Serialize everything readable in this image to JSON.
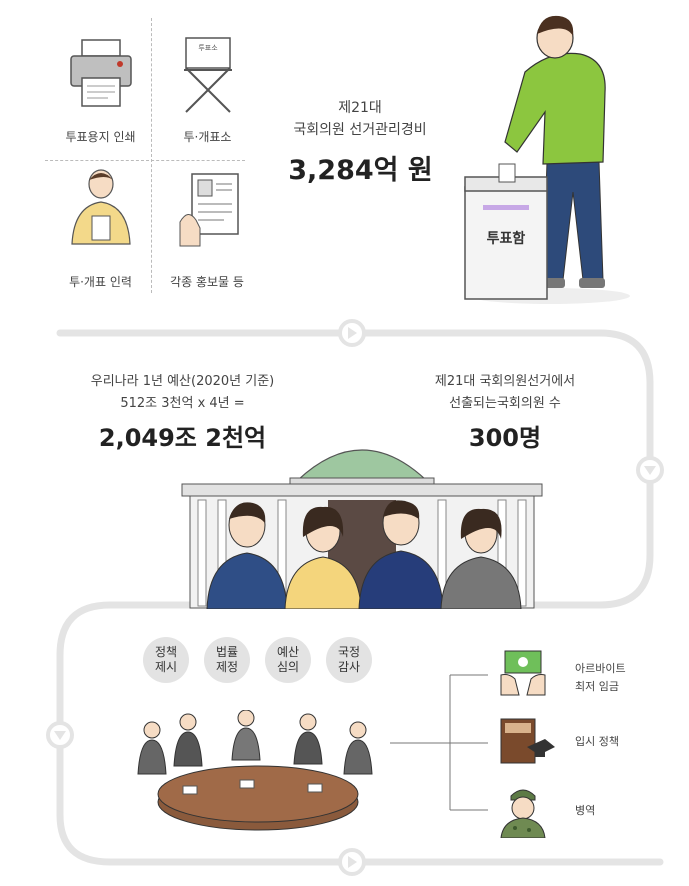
{
  "top": {
    "items": [
      {
        "label": "투표용지 인쇄",
        "icon": "printer-icon"
      },
      {
        "label": "투·개표소",
        "icon": "voting-booth-icon"
      },
      {
        "label": "투·개표 인력",
        "icon": "worker-icon"
      },
      {
        "label": "각종 홍보물 등",
        "icon": "promo-material-icon"
      }
    ],
    "heading1": "제21대",
    "heading2": "국회의원 선거관리경비",
    "amount": "3,284억 원",
    "booth_sign": "투표소",
    "ballot_box_label": "투표함"
  },
  "middle": {
    "left_line1": "우리나라 1년 예산(2020년 기준)",
    "left_line2": "512조 3천억 x 4년 =",
    "left_amount": "2,049조 2천억",
    "right_line1": "제21대 국회의원선거에서",
    "right_line2": "선출되는국회의원 수",
    "right_amount": "300명"
  },
  "bottom": {
    "roles": [
      "정책\n제시",
      "법률\n제정",
      "예산\n심의",
      "국정\n감사"
    ],
    "impacts": [
      {
        "label": "아르바이트\n최저 임금",
        "icon": "minimum-wage-icon"
      },
      {
        "label": "입시 정책",
        "icon": "education-policy-icon"
      },
      {
        "label": "병역",
        "icon": "military-service-icon"
      }
    ]
  },
  "colors": {
    "flow_line": "#e4e4e4",
    "hoodie": "#8cc63f",
    "jeans": "#2d4a7a",
    "dome": "#9ec7a0"
  }
}
